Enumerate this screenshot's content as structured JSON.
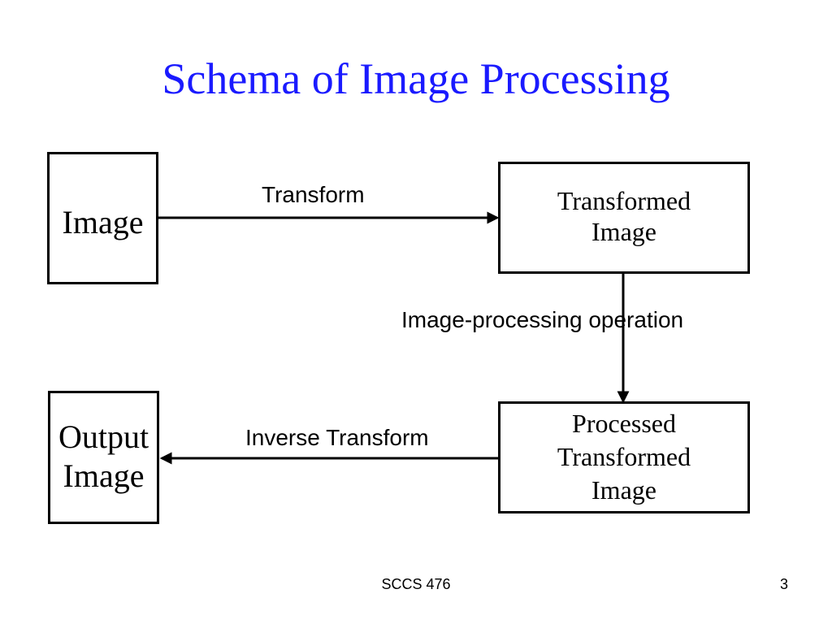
{
  "title": "Schema of Image Processing",
  "colors": {
    "title": "#1a1aff",
    "stroke": "#000000",
    "background": "#ffffff"
  },
  "nodes": {
    "image": {
      "lines": [
        "Image"
      ]
    },
    "transformed_image": {
      "lines": [
        "Transformed",
        "Image"
      ]
    },
    "processed_transformed_image": {
      "lines": [
        "Processed",
        "Transformed",
        "Image"
      ]
    },
    "output_image": {
      "lines": [
        "Output",
        "Image"
      ]
    }
  },
  "edges": {
    "transform": {
      "label": "Transform",
      "from": "image",
      "to": "transformed_image"
    },
    "image_processing_operation": {
      "label": "Image-processing operation",
      "from": "transformed_image",
      "to": "processed_transformed_image"
    },
    "inverse_transform": {
      "label": "Inverse Transform",
      "from": "processed_transformed_image",
      "to": "output_image"
    }
  },
  "footer": {
    "center": "SCCS 476",
    "page_number": "3"
  }
}
